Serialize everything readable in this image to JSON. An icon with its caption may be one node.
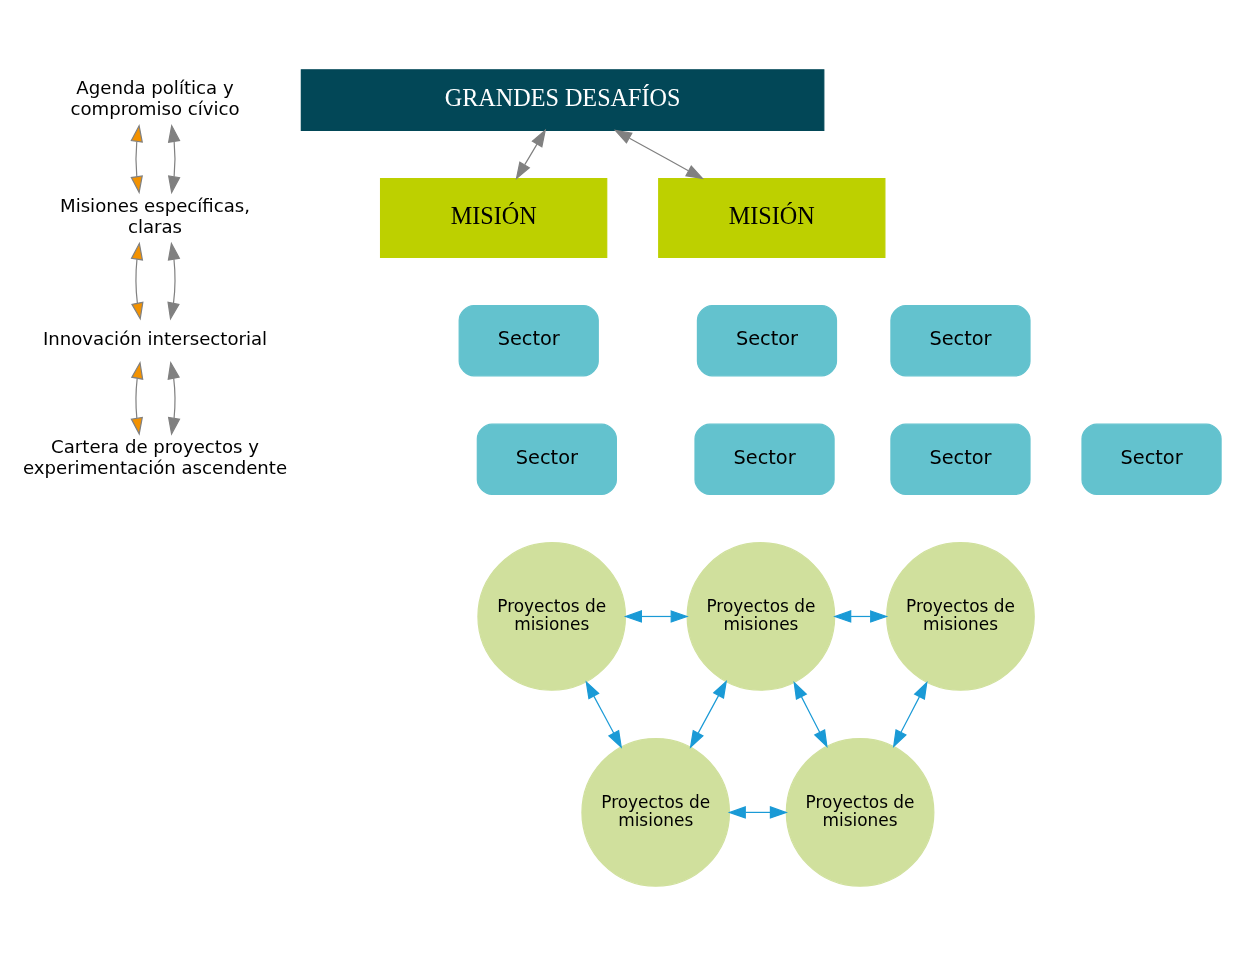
{
  "diagram": {
    "nodes": [
      {
        "text": [
          "GRANDES DESAFÍOS"
        ]
      },
      {
        "text": [
          "MISIÓN"
        ]
      },
      {
        "text": [
          "MISIÓN"
        ]
      },
      {
        "text": [
          "Sector"
        ]
      },
      {
        "text": [
          "Sector"
        ]
      },
      {
        "text": [
          "Sector"
        ]
      },
      {
        "text": [
          "Sector"
        ]
      },
      {
        "text": [
          "Sector"
        ]
      },
      {
        "text": [
          "Sector"
        ]
      },
      {
        "text": [
          "Sector"
        ]
      },
      {
        "text": [
          "Proyectos de misiones"
        ]
      },
      {
        "text": [
          "Proyectos de misiones"
        ]
      },
      {
        "text": [
          "Proyectos de misiones"
        ]
      },
      {
        "text": [
          "Proyectos de misiones"
        ]
      },
      {
        "text": [
          "Proyectos de misiones"
        ]
      },
      {
        "text": [
          "Agenda política y compromiso cívico"
        ]
      },
      {
        "text": [
          "Misiones específicas, claras"
        ]
      },
      {
        "text": [
          "Innovación intersectorial"
        ]
      },
      {
        "text": [
          "Cartera de proyectos y experimentación ascendente"
        ]
      }
    ],
    "edges": [
      {
        "from": 0,
        "to": 1,
        "arrow": "both"
      },
      {
        "from": 0,
        "to": 2,
        "arrow": "both"
      },
      {
        "from": 10,
        "to": 11,
        "arrow": "both",
        "color": "#1a9ad6"
      },
      {
        "from": 11,
        "to": 12,
        "arrow": "both",
        "color": "#1a9ad6"
      },
      {
        "from": 10,
        "to": 13,
        "arrow": "both",
        "color": "#1a9ad6"
      },
      {
        "from": 11,
        "to": 13,
        "arrow": "both",
        "color": "#1a9ad6"
      },
      {
        "from": 11,
        "to": 14,
        "arrow": "both",
        "color": "#1a9ad6"
      },
      {
        "from": 12,
        "to": 14,
        "arrow": "both",
        "color": "#1a9ad6"
      },
      {
        "from": 13,
        "to": 14,
        "arrow": "both",
        "color": "#1a9ad6"
      },
      {
        "from": 15,
        "to": 16,
        "arrow": "both"
      },
      {
        "from": 15,
        "to": 16,
        "arrow": "both"
      },
      {
        "from": 16,
        "to": 17,
        "arrow": "both"
      },
      {
        "from": 16,
        "to": 17,
        "arrow": "both"
      },
      {
        "from": 17,
        "to": 18,
        "arrow": "both"
      },
      {
        "from": 17,
        "to": 18,
        "arrow": "both"
      }
    ]
  }
}
